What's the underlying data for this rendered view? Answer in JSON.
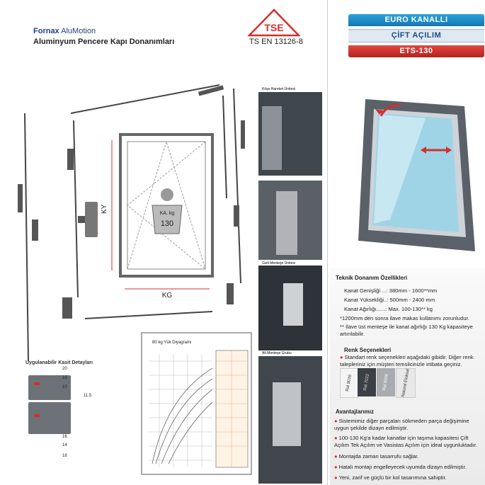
{
  "header": {
    "brand_prefix": "Fornax",
    "brand_name": "AluMotion",
    "subtitle": "Aluminyum Pencere Kapı Donanımları",
    "logo_text": "TSE",
    "standard": "TS EN 13126-8"
  },
  "drawing": {
    "dim_ky": "KY",
    "dim_kg": "KG",
    "weight_unit": "KA. kg",
    "weight_value": "130",
    "detail_caption": "Uygulanabilir Kasit Detayları",
    "dims": [
      "20",
      "15",
      "10",
      "11.5",
      "16",
      "14",
      "18"
    ],
    "chart_title": "80 kg Yük Diyagramı",
    "photo_captions": [
      "Köşe Hareket Ünitesi",
      "Gizli Menteşe Ünitesi",
      "Alt Menteşe Grubu"
    ]
  },
  "banners": {
    "top": "EURO KANALLI",
    "middle": "ÇİFT AÇILIM",
    "bottom": "ETS-130"
  },
  "specs": {
    "title": "Teknik Donanım Özellikleri",
    "lines": [
      "Kanat Genişliği ...: 380mm - 1600**mm",
      "Kanat Yüksekliği..: 500mm - 2400 mm",
      "Kanat Ağırlığı......: Max. 100-130** kg"
    ],
    "notes": [
      "*1200mm den sonra ilave makas kullanımı zorunludur.",
      "** İlave üst menteşe ile kanat ağırlığı 130 Kg kapasiteye artırılabilir."
    ]
  },
  "colors": {
    "title": "Renk Seçenekleri",
    "bullet": "Standart renk seçenekleri aşağıdaki gibidir. Diğer renk talepleriniz için müşteri temsilcinizle irtibata geçiniz.",
    "swatches": [
      {
        "label": "Ral 9016",
        "hex": "#f4f4f4",
        "text": "#333"
      },
      {
        "label": "Ral 7022",
        "hex": "#3b4046",
        "text": "#ddd"
      },
      {
        "label": "Ral 9006",
        "hex": "#a8abaf",
        "text": "#fff"
      },
      {
        "label": "Natural Eloksal",
        "hex": "#e8e8e8",
        "text": "#333"
      }
    ]
  },
  "advantages": {
    "title": "Avantajlarımız",
    "items": [
      "Sistemimiz diğer parçaları sökmeden parça değişimine uygun şekilde dizayn edilmiştir.",
      "100-130 Kg'a kadar kanatlar için taşıma kapasitesi Çift Açılım Tek Açılım ve Vasistas Açılım için ideal uygunluktadır.",
      "Montajda zaman tasarrufu sağlar.",
      "Hatalı montajı engelleyecek uyumda dizayn edilmiştir.",
      "Yeni, zarif ve güçlü bir kol tasarımına sahiptir."
    ]
  }
}
